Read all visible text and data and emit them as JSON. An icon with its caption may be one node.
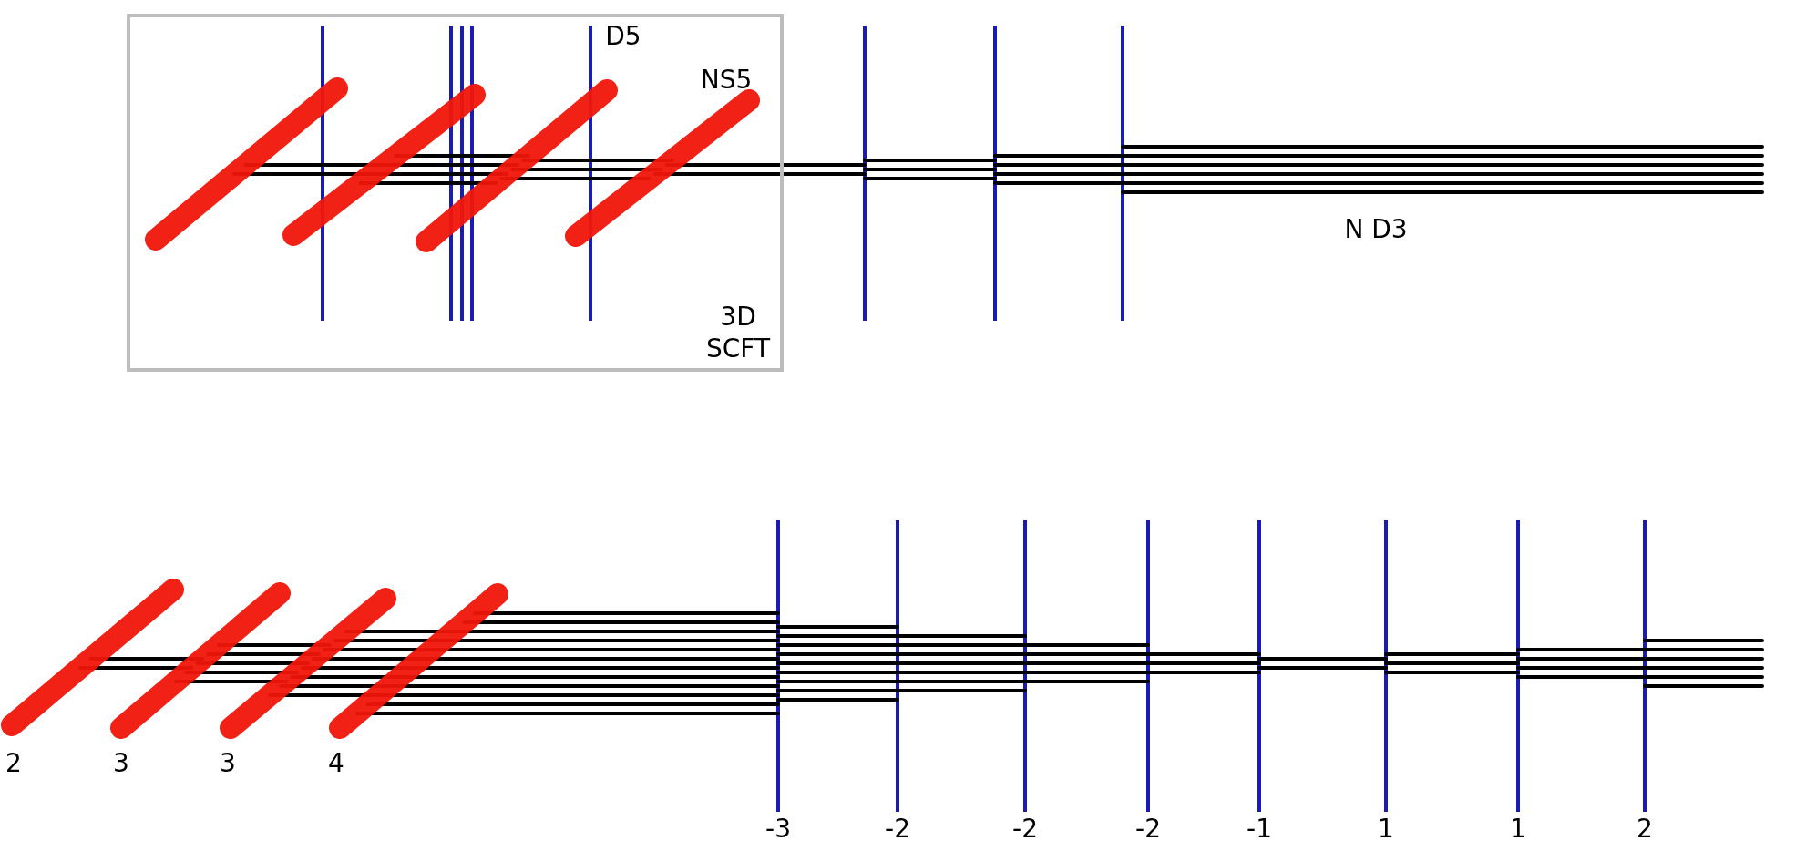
{
  "diagram": {
    "nodes": [
      {
        "text": [
          "3D SCFT"
        ]
      }
    ],
    "labels": [
      "D5",
      "NS5",
      "N D3",
      "2",
      "3",
      "3",
      "4",
      "-3",
      "-2",
      "-2",
      "-2",
      "-1",
      "1",
      "1",
      "2"
    ]
  }
}
